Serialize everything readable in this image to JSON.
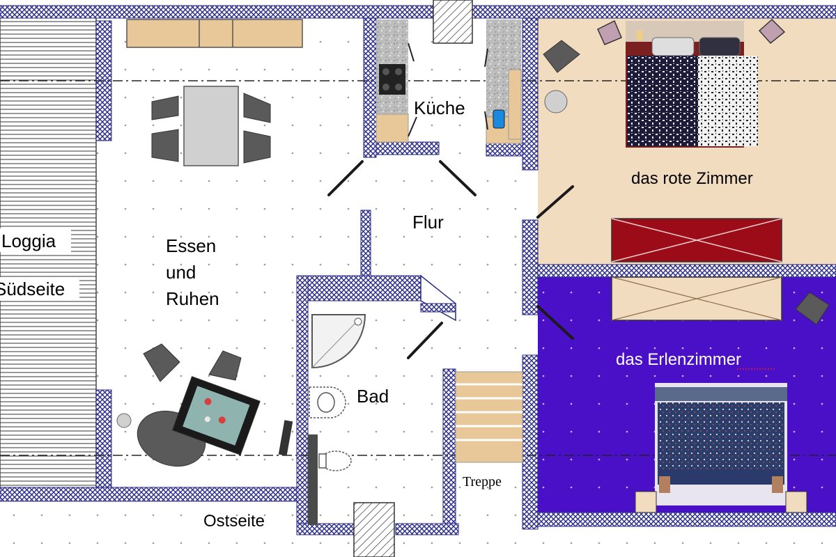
{
  "rooms": {
    "loggia": "Loggia",
    "suedseite": "Südseite",
    "essen_line1": "Essen",
    "essen_line2": "und",
    "essen_line3": "Ruhen",
    "kueche": "Küche",
    "flur": "Flur",
    "bad": "Bad",
    "rotes_zimmer": "das rote Zimmer",
    "erlenzimmer": "das Erlenzimmer",
    "treppe": "Treppe",
    "ostseite": "Ostseite"
  },
  "colors": {
    "wall_hatch": "#2a2a8a",
    "wood_floor": "#f2dcc0",
    "erlenzimmer_floor": "#4a10c8",
    "red_bed": "#9c0c18",
    "furniture_gray": "#5a5a5a",
    "table_gray": "#d0d0d0",
    "cabinet_wood": "#e8c898"
  }
}
